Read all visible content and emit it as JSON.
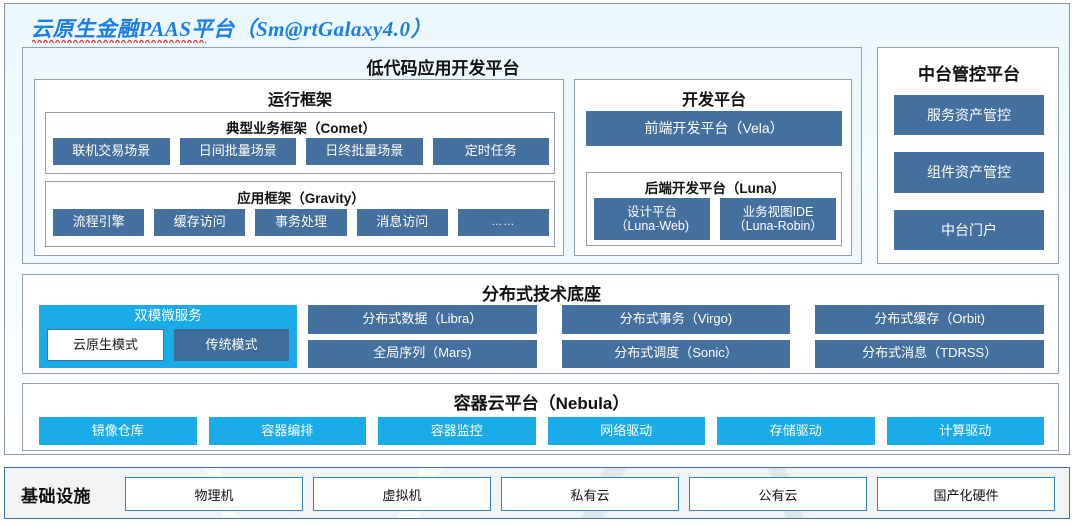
{
  "title": "云原生金融PAAS平台（Sm@rtGalaxy4.0）",
  "colors": {
    "title_blue": "#1B7EE8",
    "chip_dark_blue": "#44709F",
    "chip_cyan": "#19ACE9",
    "panel_bg": "#EEF7FC",
    "border_gray": "#93A0AC",
    "infra_border": "#3A6EA5",
    "squiggle_red": "#E03030"
  },
  "lowcode": {
    "header": "低代码应用开发平台",
    "runtime": {
      "header": "运行框架",
      "comet": {
        "header": "典型业务框架（Comet）",
        "items": [
          "联机交易场景",
          "日间批量场景",
          "日终批量场景",
          "定时任务"
        ]
      },
      "gravity": {
        "header": "应用框架（Gravity）",
        "items": [
          "流程引擎",
          "缓存访问",
          "事务处理",
          "消息访问",
          "……"
        ]
      }
    },
    "devplatform": {
      "header": "开发平台",
      "frontend": "前端开发平台（Vela）",
      "backend": {
        "header": "后端开发平台（Luna）",
        "items": [
          {
            "line1": "设计平台",
            "line2": "（Luna-Web)"
          },
          {
            "line1": "业务视图IDE",
            "line2": "（Luna-Robin）"
          }
        ]
      }
    }
  },
  "midplatform": {
    "header": "中台管控平台",
    "items": [
      "服务资产管控",
      "组件资产管控",
      "中台门户"
    ]
  },
  "distbase": {
    "header": "分布式技术底座",
    "dualmode": {
      "header": "双模微服务",
      "items": [
        {
          "label": "云原生模式",
          "style": "ghost"
        },
        {
          "label": "传统模式",
          "style": "solid"
        }
      ]
    },
    "columns": [
      [
        "分布式数据（Libra）",
        "全局序列（Mars)"
      ],
      [
        "分布式事务（Virgo)",
        "分布式调度（Sonic）"
      ],
      [
        "分布式缓存（Orbit)",
        "分布式消息（TDRSS）"
      ]
    ]
  },
  "container_cloud": {
    "header": "容器云平台（Nebula）",
    "items": [
      "镜像仓库",
      "容器编排",
      "容器监控",
      "网络驱动",
      "存储驱动",
      "计算驱动"
    ]
  },
  "infrastructure": {
    "label": "基础设施",
    "items": [
      "物理机",
      "虚拟机",
      "私有云",
      "公有云",
      "国产化硬件"
    ]
  }
}
